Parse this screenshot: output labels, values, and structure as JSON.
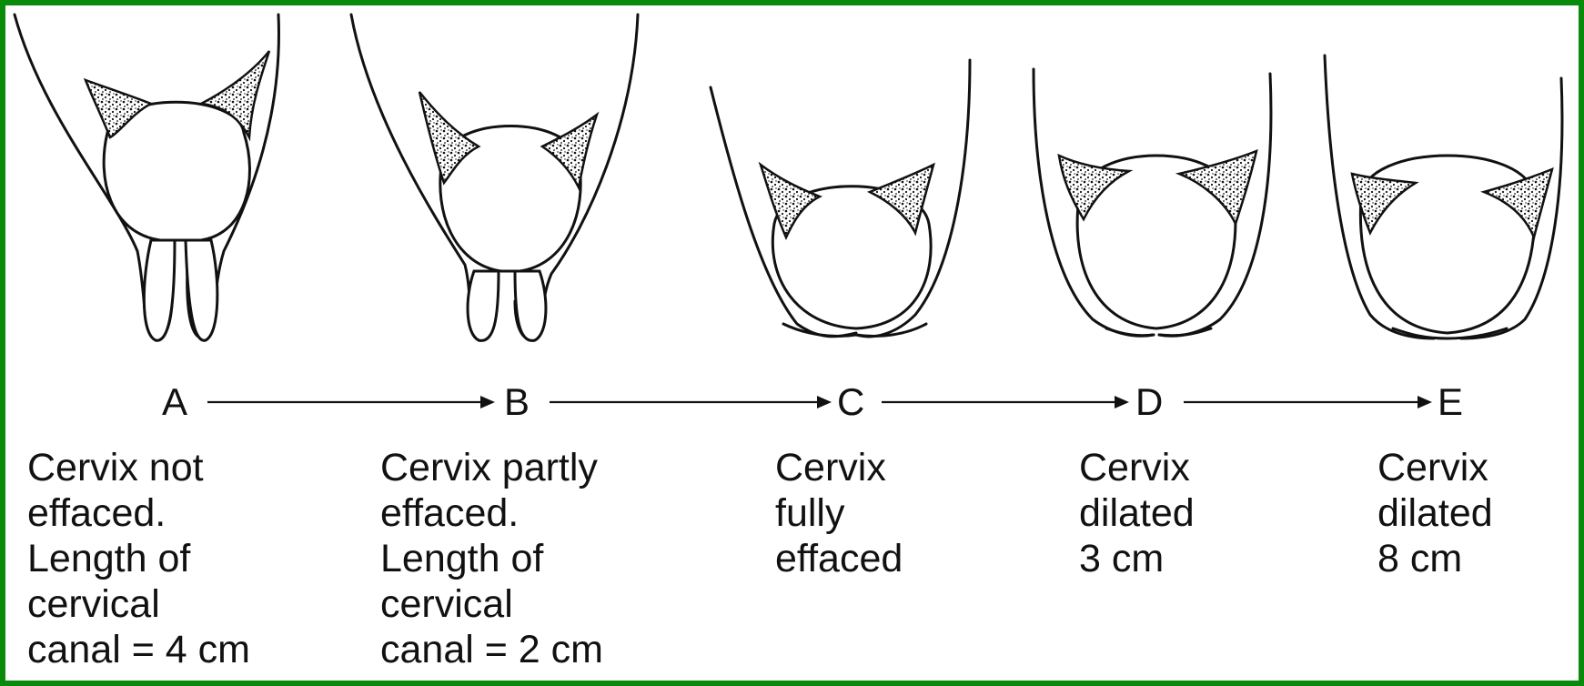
{
  "stages": [
    {
      "letter": "A",
      "description": "Cervix not\neffaced.\nLength of\ncervical\ncanal = 4 cm"
    },
    {
      "letter": "B",
      "description": "Cervix partly\neffaced.\nLength of\ncervical\ncanal = 2 cm"
    },
    {
      "letter": "C",
      "description": "Cervix\nfully\neffaced"
    },
    {
      "letter": "D",
      "description": "Cervix\ndilated\n3 cm"
    },
    {
      "letter": "E",
      "description": "Cervix\ndilated\n8 cm"
    }
  ],
  "colors": {
    "border": "#0a8a0a",
    "background": "#ffffff",
    "ink": "#111111"
  }
}
